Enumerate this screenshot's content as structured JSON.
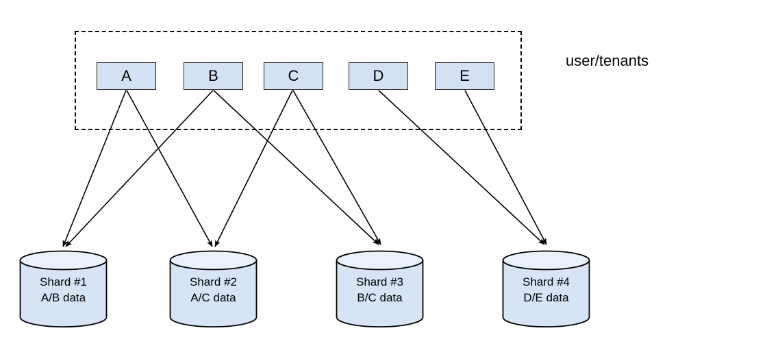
{
  "diagram": {
    "title_label": "user/tenants",
    "tenants": [
      {
        "label": "A",
        "name": "tenant-box-a"
      },
      {
        "label": "B",
        "name": "tenant-box-b"
      },
      {
        "label": "C",
        "name": "tenant-box-c"
      },
      {
        "label": "D",
        "name": "tenant-box-d"
      },
      {
        "label": "E",
        "name": "tenant-box-e"
      }
    ],
    "shards": [
      {
        "title": "Shard #1",
        "subtitle": "A/B data"
      },
      {
        "title": "Shard #2",
        "subtitle": "A/C data"
      },
      {
        "title": "Shard #3",
        "subtitle": "B/C data"
      },
      {
        "title": "Shard #4",
        "subtitle": "D/E data"
      }
    ],
    "edges": [
      {
        "from": "A",
        "to": "Shard #1"
      },
      {
        "from": "A",
        "to": "Shard #2"
      },
      {
        "from": "B",
        "to": "Shard #1"
      },
      {
        "from": "B",
        "to": "Shard #3"
      },
      {
        "from": "C",
        "to": "Shard #2"
      },
      {
        "from": "C",
        "to": "Shard #3"
      },
      {
        "from": "D",
        "to": "Shard #4"
      },
      {
        "from": "E",
        "to": "Shard #4"
      }
    ],
    "colors": {
      "box_fill": "#d4e1f3",
      "cylinder_body": "#d6e4f5",
      "cylinder_top": "#e9f1fb",
      "stroke": "#1a1a1a",
      "background": "#ffffff"
    }
  }
}
